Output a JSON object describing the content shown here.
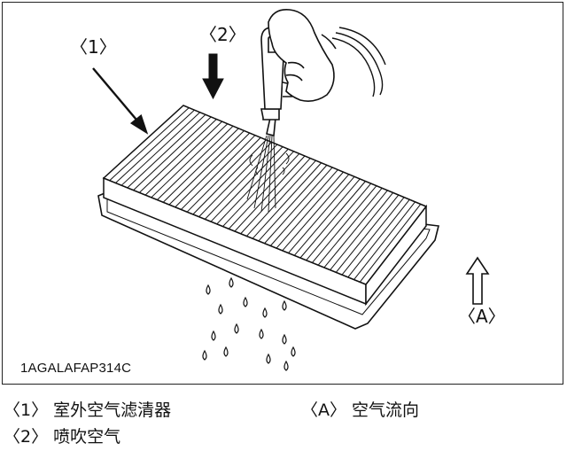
{
  "diagram": {
    "callouts": {
      "filter": "〈1〉",
      "spray": "〈2〉",
      "airflow": "〈A〉"
    },
    "figure_code": "1AGALAFAP314C"
  },
  "legend": {
    "items": [
      {
        "tag": "〈1〉",
        "text": "室外空气滤清器"
      },
      {
        "tag": "〈2〉",
        "text": "喷吹空气"
      },
      {
        "tag": "〈A〉",
        "text": "空气流向"
      }
    ]
  },
  "colors": {
    "line": "#111111",
    "background": "#ffffff"
  }
}
